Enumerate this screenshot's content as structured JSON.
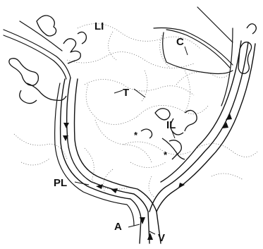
{
  "figure": {
    "labels": {
      "LI": "LI",
      "C": "C",
      "T": "T",
      "IL": "IL",
      "PL": "PL",
      "A": "A",
      "V": "V"
    },
    "asterisk": "*"
  }
}
